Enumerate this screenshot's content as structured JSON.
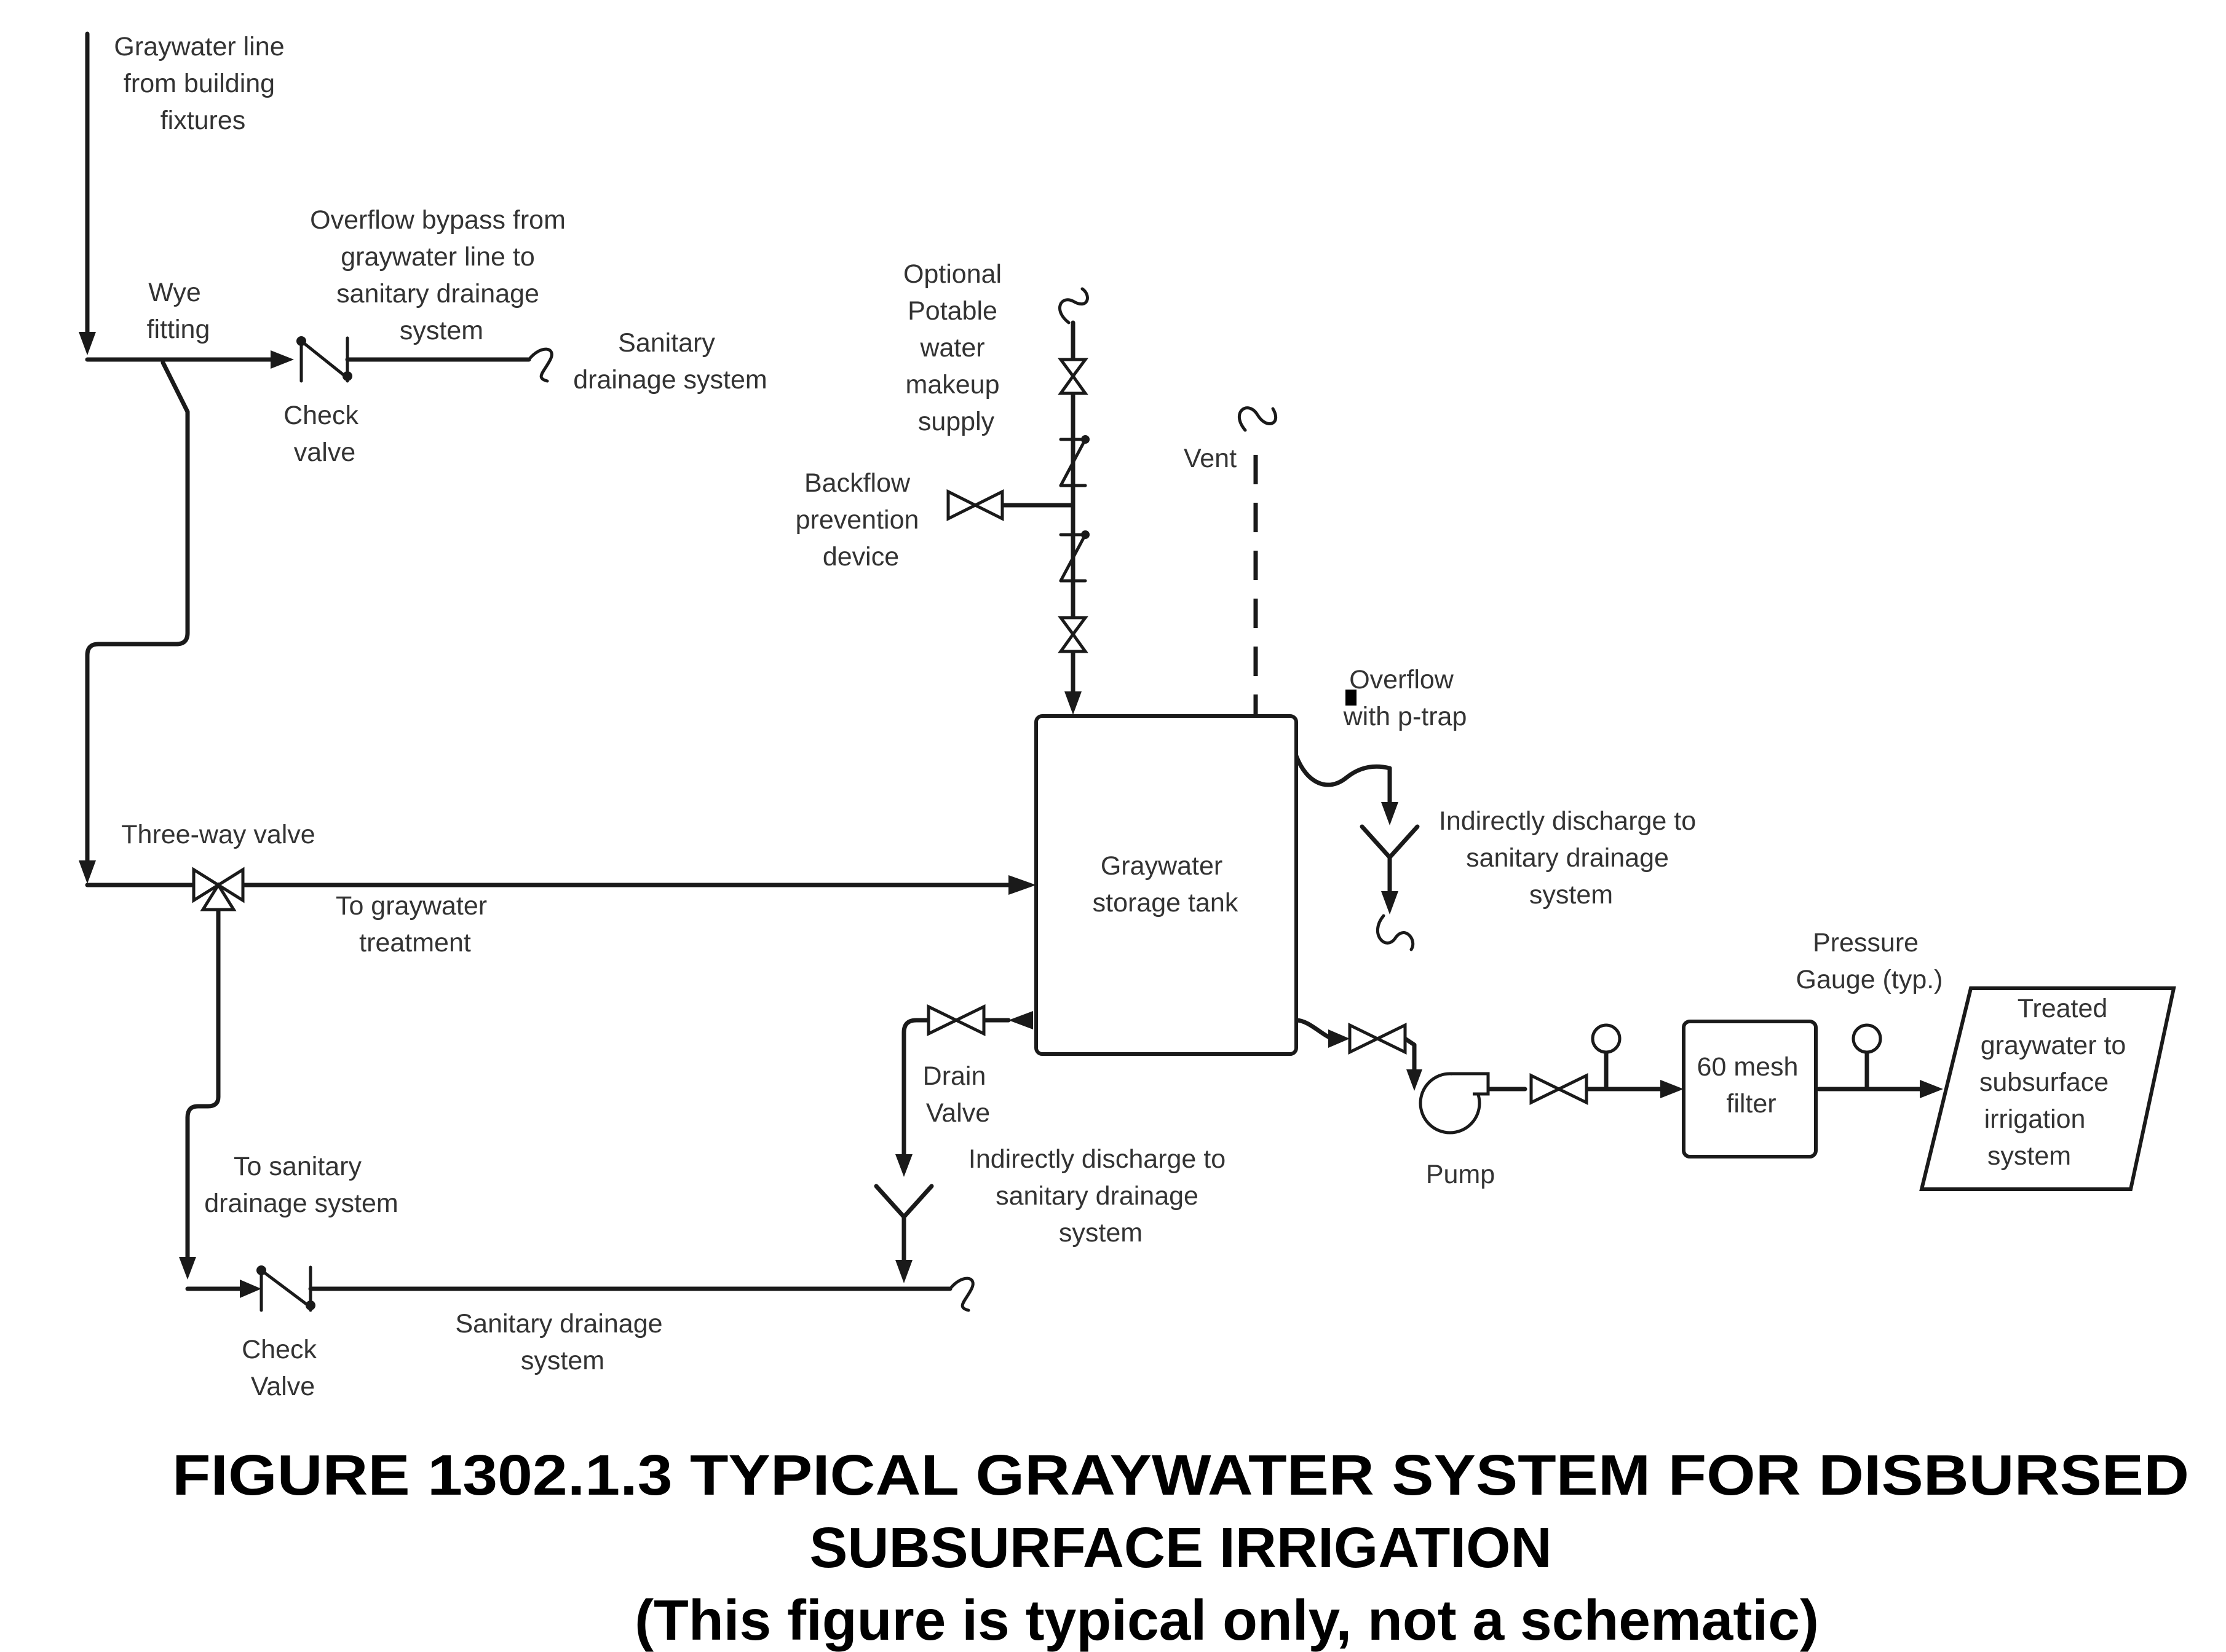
{
  "labels": {
    "graywater_line": [
      "Graywater line",
      "from building",
      "fixtures"
    ],
    "wye_fitting": [
      "Wye",
      "fitting"
    ],
    "overflow_bypass": [
      "Overflow bypass from",
      "graywater line to",
      "sanitary drainage",
      "system"
    ],
    "sanitary_top": [
      "Sanitary",
      "drainage system"
    ],
    "check_valve_top": [
      "Check",
      "valve"
    ],
    "optional_potable": [
      "Optional",
      "Potable",
      "water",
      "makeup",
      "supply"
    ],
    "backflow": [
      "Backflow",
      "prevention",
      "device"
    ],
    "vent": "Vent",
    "overflow_ptrap": [
      "Overflow",
      "with p-trap"
    ],
    "indirect_right": [
      "Indirectly discharge to",
      "sanitary drainage",
      "system"
    ],
    "three_way_valve": "Three-way valve",
    "to_treatment": [
      "To graywater",
      "treatment"
    ],
    "storage_tank": [
      "Graywater",
      "storage tank"
    ],
    "pressure_gauge": [
      "Pressure",
      "Gauge (typ.)"
    ],
    "treated": [
      "Treated",
      "graywater to",
      "subsurface",
      "irrigation",
      "system"
    ],
    "mesh_filter": [
      "60 mesh",
      "filter"
    ],
    "drain_valve": [
      "Drain",
      "Valve"
    ],
    "indirect_bottom": [
      "Indirectly discharge to",
      "sanitary drainage",
      "system"
    ],
    "pump": "Pump",
    "to_sanitary": [
      "To sanitary",
      "drainage system"
    ],
    "check_valve_bottom": [
      "Check",
      "Valve"
    ],
    "sanitary_bottom": [
      "Sanitary drainage",
      "system"
    ]
  },
  "caption": {
    "line1": "FIGURE 1302.1.3 TYPICAL GRAYWATER SYSTEM FOR DISBURSED",
    "line2": "SUBSURFACE IRRIGATION",
    "line3": "(This figure is typical only, not a schematic)"
  }
}
